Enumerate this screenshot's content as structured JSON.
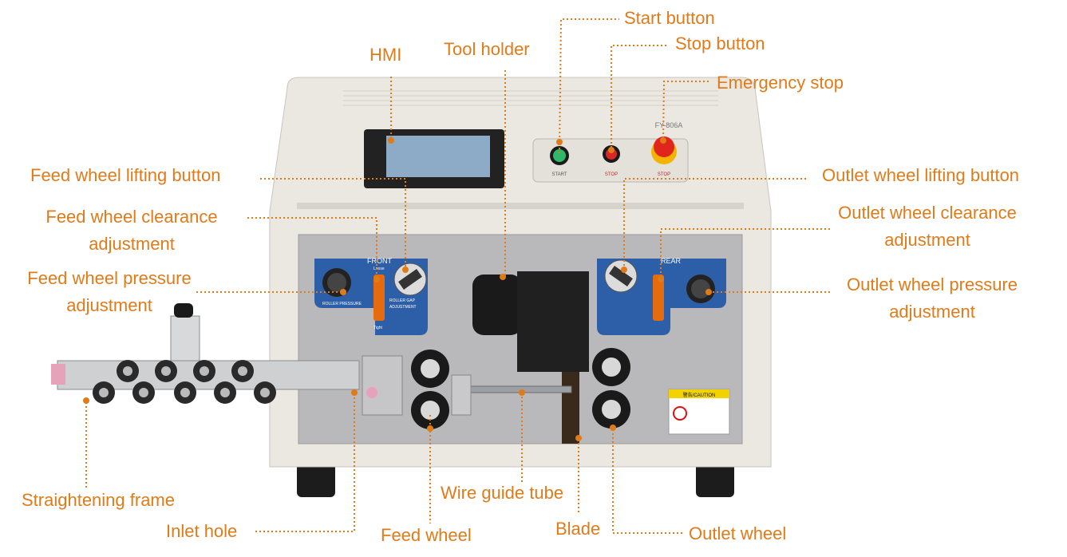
{
  "labels": {
    "start_button": "Start button",
    "stop_button": "Stop button",
    "emergency_stop": "Emergency stop",
    "hmi": "HMI",
    "tool_holder": "Tool holder",
    "feed_wheel_lifting_button": "Feed wheel lifting button",
    "feed_wheel_clearance_1": "Feed wheel clearance",
    "feed_wheel_clearance_2": "adjustment",
    "feed_wheel_pressure_1": "Feed wheel pressure",
    "feed_wheel_pressure_2": "adjustment",
    "outlet_wheel_lifting_button": "Outlet wheel lifting button",
    "outlet_wheel_clearance_1": "Outlet wheel clearance",
    "outlet_wheel_clearance_2": "adjustment",
    "outlet_wheel_pressure_1": "Outlet wheel pressure",
    "outlet_wheel_pressure_2": "adjustment",
    "straightening_frame": "Straightening frame",
    "inlet_hole": "Inlet hole",
    "feed_wheel": "Feed wheel",
    "wire_guide_tube": "Wire guide tube",
    "blade": "Blade",
    "outlet_wheel": "Outlet wheel"
  },
  "machine": {
    "panel_front": "FRONT",
    "panel_rear": "REAR",
    "knob_roller_pressure": "ROLLER PRESSURE",
    "knob_roller_gap": "ROLLER GAP",
    "knob_adjustment": "ADJUSTMENT",
    "loose": "Loose",
    "tight": "Tight",
    "btn_start": "START",
    "btn_stop": "STOP",
    "btn_estop": "STOP",
    "model": "FY-806A",
    "caution": "警告/CAUTION"
  },
  "colors": {
    "accent": "#e07b1a",
    "panel_blue": "#2d5fa8",
    "body": "#e9e6e0"
  }
}
